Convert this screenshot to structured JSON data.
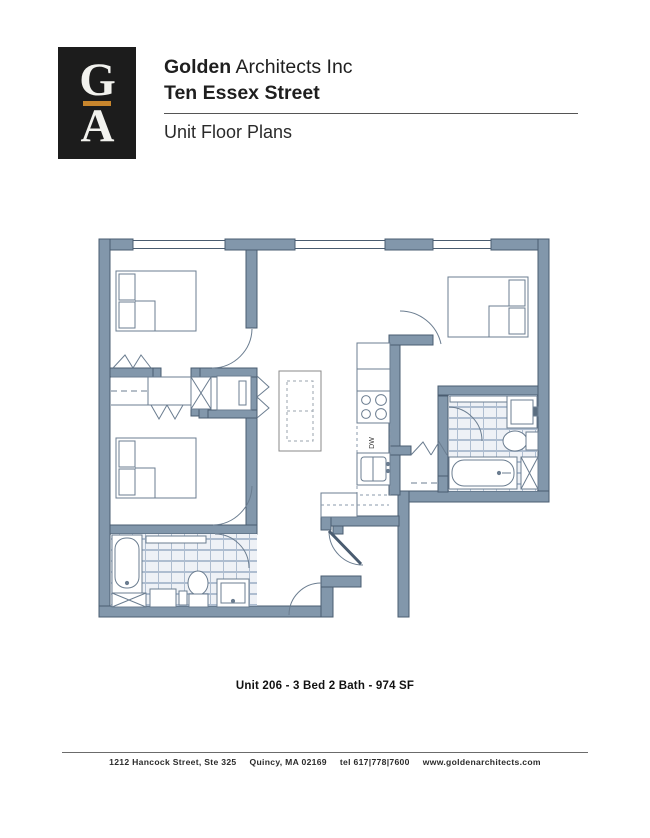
{
  "document": {
    "logo": {
      "letter_top": "G",
      "letter_bottom": "A",
      "background_color": "#1c1c1c",
      "bar_color": "#c8862d"
    },
    "header": {
      "company_bold": "Golden",
      "company_rest": " Architects Inc",
      "project": "Ten Essex Street",
      "subtitle": "Unit Floor Plans"
    },
    "caption": "Unit 206 - 3 Bed 2 Bath - 974 SF",
    "footer": {
      "address": "1212 Hancock Street, Ste 325",
      "city_state_zip": "Quincy, MA 02169",
      "phone": "tel 617|778|7600",
      "website": "www.goldenarchitects.com"
    }
  },
  "floor_plan": {
    "unit_number": "206",
    "bedrooms": 3,
    "bathrooms": 2,
    "square_feet": "974 SF",
    "colors": {
      "wall_fill": "#8297ab",
      "wall_stroke": "#4a5c70",
      "fixture_stroke": "#5a6d80",
      "tile_fill": "#eef1f6",
      "tile_grout": "#aebdd0",
      "swing_stroke": "#6b7d90",
      "paper": "#ffffff"
    },
    "labels": {
      "dishwasher": "DW"
    },
    "rooms": [
      {
        "name": "bedroom-1",
        "type": "bedroom",
        "position": "top-left"
      },
      {
        "name": "bedroom-2",
        "type": "bedroom",
        "position": "mid-left"
      },
      {
        "name": "bedroom-3",
        "type": "bedroom",
        "position": "top-right"
      },
      {
        "name": "bathroom-1",
        "type": "bathroom",
        "position": "bottom-left"
      },
      {
        "name": "bathroom-2",
        "type": "bathroom",
        "position": "right"
      },
      {
        "name": "living-dining",
        "type": "living",
        "position": "center"
      },
      {
        "name": "kitchen",
        "type": "kitchen",
        "position": "center-right"
      },
      {
        "name": "entry",
        "type": "entry",
        "position": "bottom-center"
      }
    ],
    "fixtures": [
      "bed-1",
      "bed-2",
      "bed-3",
      "bathtub-1",
      "bathtub-2",
      "toilet-1",
      "toilet-2",
      "vanity-1",
      "vanity-2",
      "kitchen-sink",
      "cooktop",
      "dishwasher",
      "refrigerator",
      "washer-dryer",
      "dining-table",
      "kitchen-island"
    ],
    "windows": 3,
    "doors": 7
  }
}
